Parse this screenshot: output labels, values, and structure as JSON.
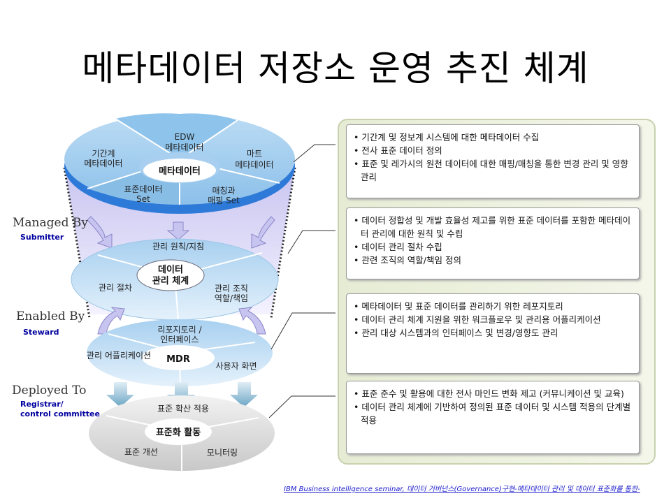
{
  "title": "메타데이터 저장소 운영 추진 체계",
  "layers": {
    "metadata": {
      "center": "메타데이터",
      "segments": [
        "EDW",
        "메타데이터",
        "기간계",
        "메타데이터",
        "마트",
        "메타데이터",
        "표준데이터",
        "Set",
        "매칭과",
        "매핑 Set"
      ]
    },
    "governance": {
      "center_line1": "데이터",
      "center_line2": "관리 체계",
      "segments": [
        "관리 원칙/지침",
        "관리 절차",
        "관리 조직",
        "역할/책임"
      ]
    },
    "mdr": {
      "center": "MDR",
      "segments": [
        "리포지토리 /",
        "인터페이스",
        "관리 어플리케이션",
        "사용자 화면"
      ]
    },
    "standard": {
      "center": "표준화 활동",
      "segments": [
        "표준 확산 적용",
        "표준 개선",
        "모니터링"
      ]
    }
  },
  "roles": [
    {
      "label": "Managed By",
      "sub": "Submitter"
    },
    {
      "label": "Enabled By",
      "sub": "Steward"
    },
    {
      "label": "Deployed To",
      "sub": "Registrar/\ncontrol committee"
    }
  ],
  "boxes": [
    [
      "기간계 및 정보계 시스템에 대한 메타데이터 수집",
      "전사 표준 데이터 정의",
      "표준 및 레가시의 원천 데이터에 대한 매핑/매칭을 통한 변경 관리 및 영향 관리"
    ],
    [
      "데이터 정합성 및 개발 효율성 제고를 위한 표준 데이터를 포함한 메타데이터 관리에 대한 원칙 및 수립",
      "데이터 관리 절차 수립",
      "관련 조직의 역할/책임 정의"
    ],
    [
      "메타데이터 및 표준 데이터를 관리하기 위한 레포지토리",
      "데이터 관리 체계 지원을 위한 워크플로우 및 관리용 어플리케이션",
      "관리 대상 시스템과의 인터페이스 및 변경/영향도 관리"
    ],
    [
      "표준 준수 및 활용에 대한 전사 마인드 변화 제고 (커뮤니케이션 및 교육)",
      "데이터 관리 체계에 기반하여 정의된 표준 데이터 및 시스템 적용의 단계별 적용"
    ]
  ],
  "footer": "IBM Business intelligence seminar, 데이터 거버넌스(Governance)구현-메타데이터 관리 및 데이터 표준화를 통한-"
}
